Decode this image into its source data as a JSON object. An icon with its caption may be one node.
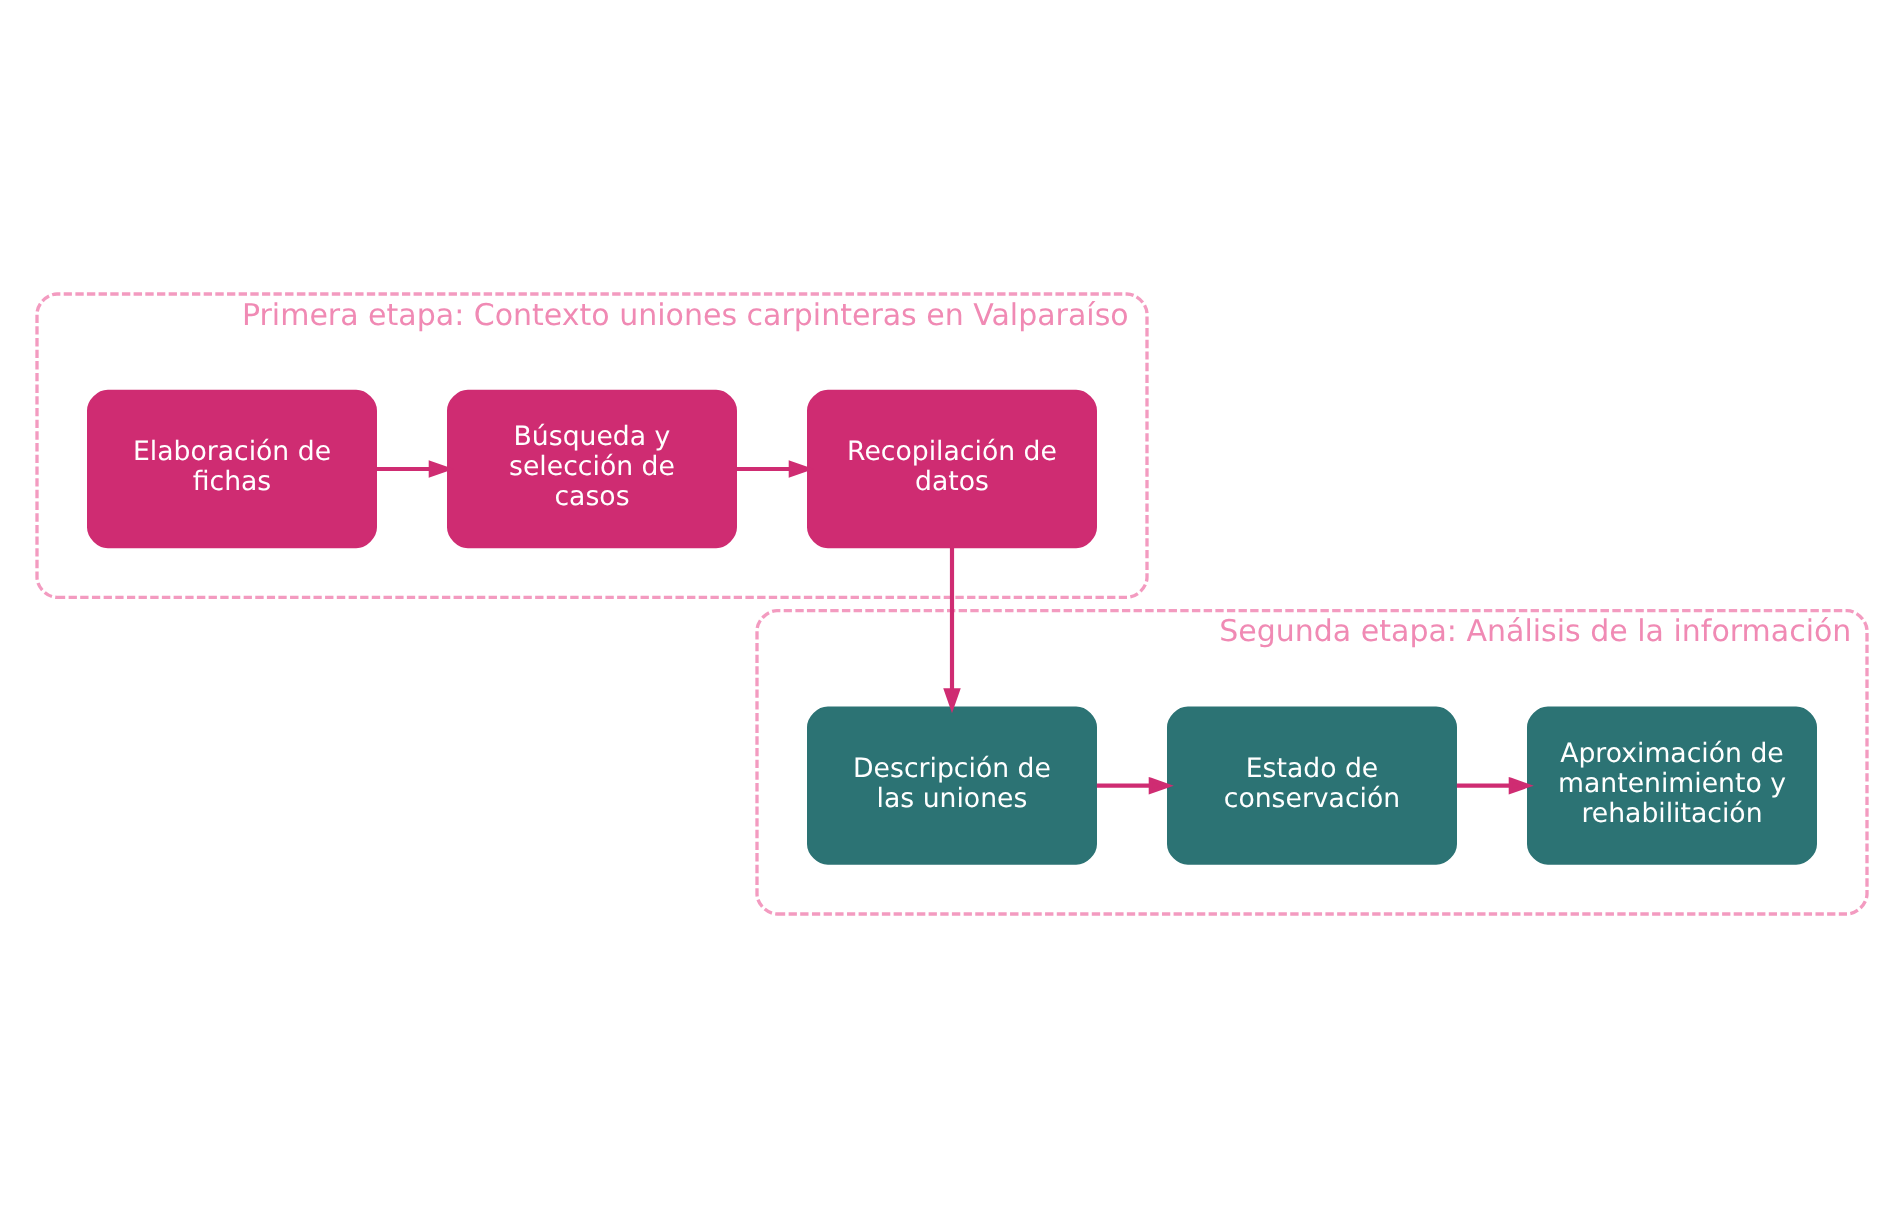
{
  "diagram": {
    "nodes": [
      {
        "text": [
          "Primera etapa: Contexto uniones carpinteras en Valparaíso"
        ]
      },
      {
        "text": [
          "Elaboración de fichas"
        ],
        "in": 0
      },
      {
        "text": [
          "Búsqueda y selección de casos"
        ],
        "in": 0
      },
      {
        "text": [
          "Recopilación de datos"
        ],
        "in": 0
      },
      {
        "text": [
          "Segunda etapa: Análisis de la información"
        ]
      },
      {
        "text": [
          "Descripción de las uniones"
        ],
        "in": 4
      },
      {
        "text": [
          "Estado de conservación"
        ],
        "in": 4
      },
      {
        "text": [
          "Aproximación de mantenimiento y rehabilitación"
        ],
        "in": 4
      }
    ],
    "edges": [
      {
        "from": 1,
        "to": 2,
        "arrow": "to"
      },
      {
        "from": 2,
        "to": 3,
        "arrow": "to"
      },
      {
        "from": 3,
        "to": 5,
        "arrow": "to"
      },
      {
        "from": 5,
        "to": 6,
        "arrow": "to"
      },
      {
        "from": 6,
        "to": 7,
        "arrow": "to"
      }
    ]
  }
}
